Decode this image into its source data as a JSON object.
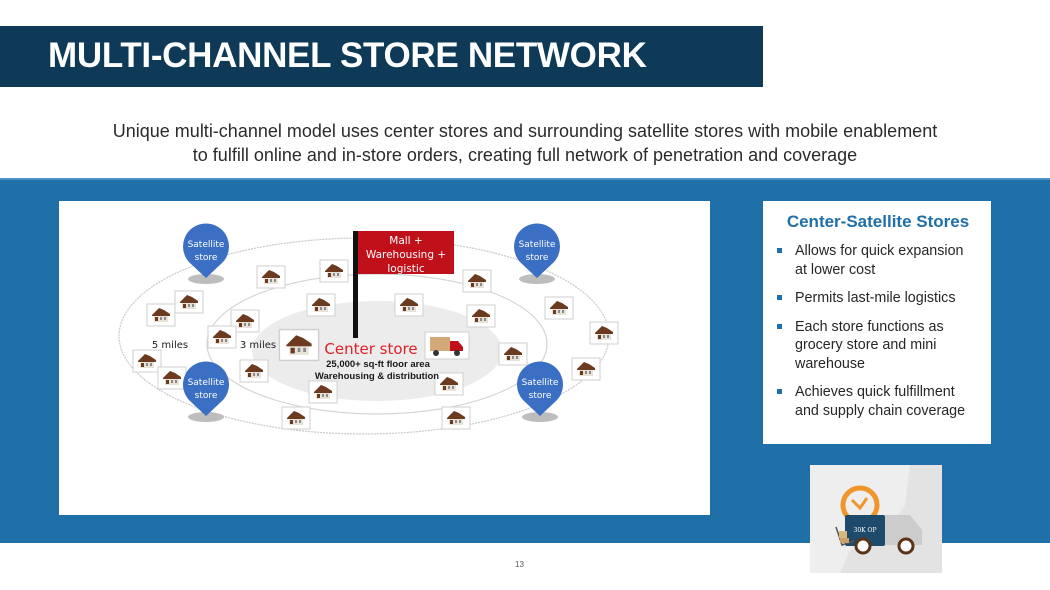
{
  "header": {
    "title": "MULTI-CHANNEL STORE NETWORK",
    "subtitle_line1": "Unique multi-channel model uses center stores and surrounding satellite stores with mobile enablement",
    "subtitle_line2": "to fulfill online and in-store orders, creating full network of penetration and coverage"
  },
  "diagram": {
    "flag_label_lines": [
      "Mall +",
      "Warehousing +",
      "logistic"
    ],
    "center_label": "Center store",
    "center_detail_line1": "25,000+ sq-ft floor area",
    "center_detail_line2": "Warehousing & distribution",
    "outer_ring_label": "5 miles",
    "inner_ring_label": "3 miles",
    "satellite_pins": [
      {
        "line1": "Satellite",
        "line2": "store"
      },
      {
        "line1": "Satellite",
        "line2": "store"
      },
      {
        "line1": "Satellite",
        "line2": "store"
      },
      {
        "line1": "Satellite",
        "line2": "store"
      }
    ],
    "colors": {
      "pin": "#3b6fc4",
      "flag": "#c0101a",
      "center_text": "#e0202a",
      "roof": "#6b3a1f"
    }
  },
  "info_card": {
    "title": "Center-Satellite Stores",
    "bullets": [
      "Allows for quick expansion at lower cost",
      "Permits last-mile logistics",
      "Each store functions as grocery store and mini warehouse",
      "Achieves quick fulfillment and supply chain coverage"
    ]
  },
  "truck_image": {
    "icon": "delivery-truck-clock-icon",
    "truck_text": "30K OP"
  },
  "footer": {
    "page_number": "13"
  },
  "theme": {
    "title_bg": "#0f3a57",
    "band_bg": "#1f6fa8",
    "accent": "#1f6fa8"
  }
}
